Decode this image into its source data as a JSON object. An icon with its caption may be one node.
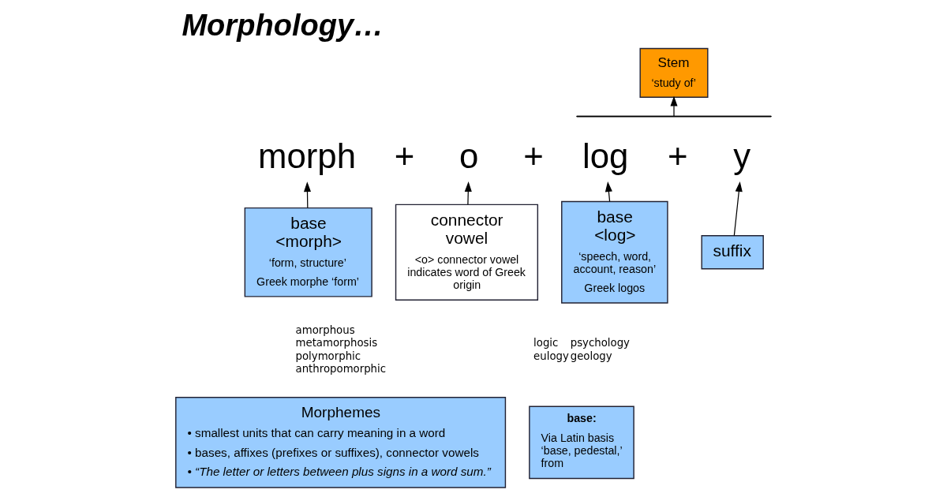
{
  "diagram": {
    "title": "Morphology…",
    "nodes": [
      {
        "text": [
          "Stem",
          "‘study of’"
        ]
      },
      {
        "text": [],
        "shape": "bar"
      },
      {
        "text": [
          "morph"
        ]
      },
      {
        "text": [
          "o"
        ]
      },
      {
        "text": [
          "log"
        ]
      },
      {
        "text": [
          "y"
        ]
      },
      {
        "text": [
          "base <morph>",
          "‘form, structure’",
          "Greek morphe ‘form’"
        ],
        "beside": [
          "amorphous",
          "metamorphosis",
          "polymorphic",
          "anthropomorphic"
        ]
      },
      {
        "text": [
          "connector vowel",
          "<o> connector vowel indicates word of Greek origin"
        ]
      },
      {
        "text": [
          "base <log>",
          "‘speech, word, account, reason’",
          "Greek logos"
        ],
        "beside": [
          "logic",
          "psychology",
          "eulogy",
          "geology"
        ]
      },
      {
        "text": [
          "suffix"
        ]
      },
      {
        "text": [
          "Morphemes",
          "• smallest units that can carry meaning in a word",
          "• bases, affixes (prefixes or suffixes), connector vowels",
          "• “The letter or letters between plus signs in a word sum.”"
        ]
      },
      {
        "text": [
          "base:",
          "Via Latin basis ‘base, pedestal,’ from"
        ]
      }
    ],
    "edges": [
      {
        "from": 1,
        "to": 0,
        "arrow": "to"
      },
      {
        "from": 6,
        "to": 2,
        "arrow": "to"
      },
      {
        "from": 7,
        "to": 3,
        "arrow": "to"
      },
      {
        "from": 8,
        "to": 4,
        "arrow": "to"
      },
      {
        "from": 9,
        "to": 5,
        "arrow": "to"
      }
    ],
    "labels": [
      "+",
      "+",
      "+"
    ]
  }
}
